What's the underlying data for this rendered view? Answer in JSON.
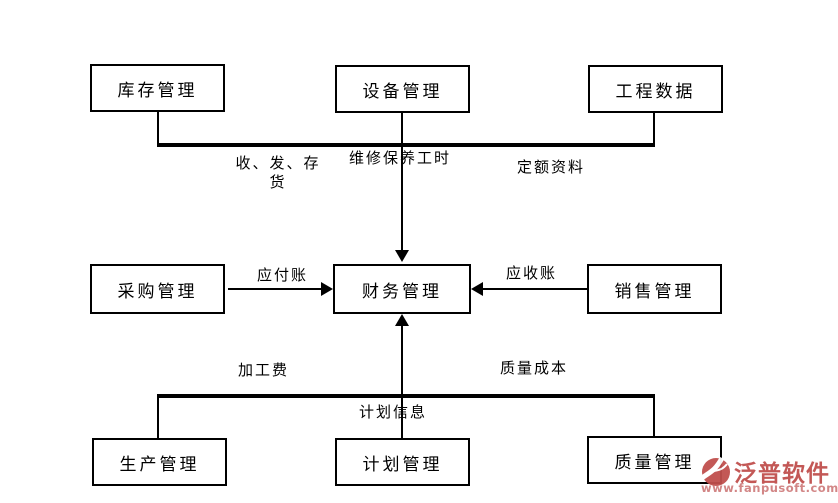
{
  "boxes": {
    "inventory": "库存管理",
    "equipment": "设备管理",
    "engineering": "工程数据",
    "procurement": "采购管理",
    "finance": "财务管理",
    "sales": "销售管理",
    "production": "生产管理",
    "planning": "计划管理",
    "quality": "质量管理"
  },
  "edge_labels": {
    "receive_send_store_line1": "收、发、存",
    "receive_send_store_line2": "货",
    "maintenance_hours": "维修保养工时",
    "quota_data": "定额资料",
    "accounts_payable": "应付账",
    "accounts_receivable": "应收账",
    "processing_fee": "加工费",
    "quality_cost": "质量成本",
    "plan_info": "计划信息"
  },
  "watermark": {
    "brand": "泛普软件",
    "url": "www.fanpusoft.com"
  },
  "colors": {
    "line_color": "#000000",
    "brand_red": "#c0504d",
    "url_red": "#d08080",
    "background": "#ffffff"
  }
}
